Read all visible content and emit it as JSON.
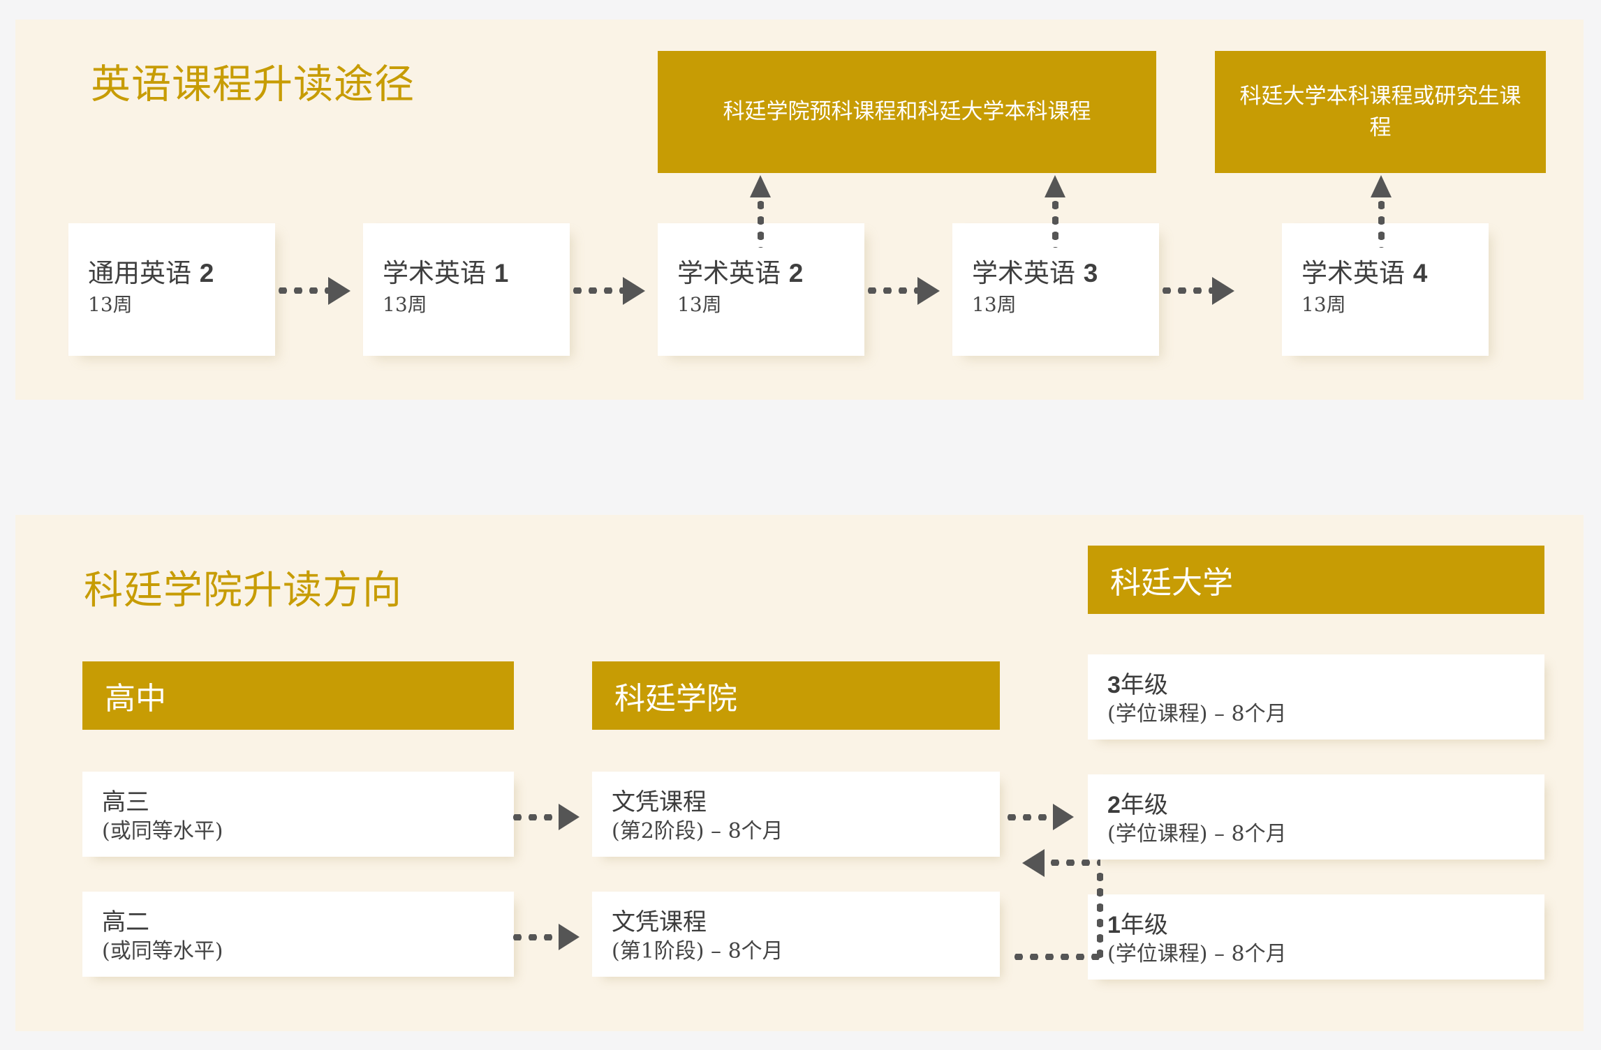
{
  "colors": {
    "gold": "#c79c04",
    "cream": "#faf3e6",
    "page_background": "#f5f5f6",
    "card_white": "#ffffff",
    "arrow_gray": "#555555",
    "body_text": "#3f3f3f"
  },
  "top_section": {
    "title": "英语课程升读途径",
    "destinations": [
      {
        "label": "科廷学院预科课程和科廷大学本科课程"
      },
      {
        "label": "科廷大学本科课程或研究生课程"
      }
    ],
    "courses": [
      {
        "name": "通用英语",
        "level": "2",
        "duration": "13周"
      },
      {
        "name": "学术英语",
        "level": "1",
        "duration": "13周"
      },
      {
        "name": "学术英语",
        "level": "2",
        "duration": "13周"
      },
      {
        "name": "学术英语",
        "level": "3",
        "duration": "13周"
      },
      {
        "name": "学术英语",
        "level": "4",
        "duration": "13周"
      }
    ]
  },
  "bottom_section": {
    "title": "科廷学院升读方向",
    "columns": {
      "high_school": {
        "header": "高中",
        "items": [
          {
            "title": "高三",
            "subtitle": "(或同等水平)"
          },
          {
            "title": "高二",
            "subtitle": "(或同等水平)"
          }
        ]
      },
      "college": {
        "header": "科廷学院",
        "items": [
          {
            "title": "文凭课程",
            "subtitle": "(第2阶段) – 8个月"
          },
          {
            "title": "文凭课程",
            "subtitle": "(第1阶段) – 8个月"
          }
        ]
      },
      "university": {
        "header": "科廷大学",
        "items": [
          {
            "year": "3",
            "title_suffix": "年级",
            "subtitle": "(学位课程) – 8个月"
          },
          {
            "year": "2",
            "title_suffix": "年级",
            "subtitle": "(学位课程) – 8个月"
          },
          {
            "year": "1",
            "title_suffix": "年级",
            "subtitle": "(学位课程) – 8个月"
          }
        ]
      }
    }
  },
  "icons": {
    "arrow_right": "dotted-arrow-right-icon",
    "arrow_up": "dotted-arrow-up-icon",
    "arrow_left": "dotted-arrow-left-icon"
  }
}
